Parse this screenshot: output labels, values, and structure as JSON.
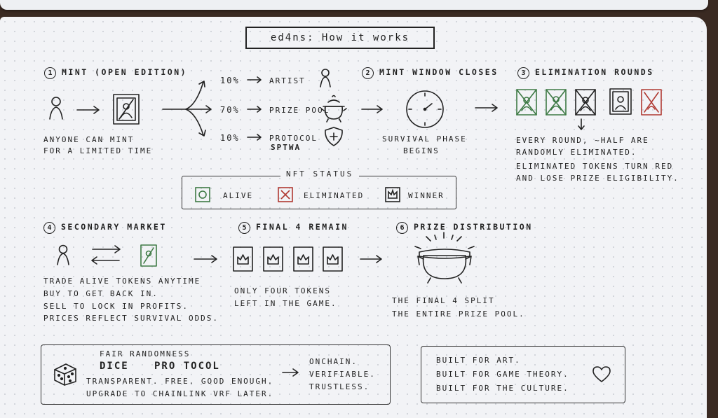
{
  "title": "ed4ns: How it works",
  "steps": {
    "mint": {
      "number": "1",
      "title": "Mint (Open Edition)",
      "caption1": "Anyone can mint",
      "caption2": "for a limited time"
    },
    "split": [
      {
        "pct": "10%",
        "label": "Artist"
      },
      {
        "pct": "70%",
        "label": "Prize pool"
      },
      {
        "pct": "10%",
        "label": "Protocol"
      }
    ],
    "split_scribble": "SPTWA",
    "window": {
      "number": "2",
      "title": "Mint window closes",
      "caption1": "Survival phase",
      "caption2": "begins"
    },
    "elimination": {
      "number": "3",
      "title": "Elimination rounds",
      "lines": [
        "Every round, ~half are",
        "randomly eliminated.",
        "Eliminated tokens turn red",
        "and lose prize eligibility."
      ]
    },
    "secondary": {
      "number": "4",
      "title": "Secondary market",
      "lines": [
        "Trade alive tokens anytime",
        "Buy to get back in.",
        "Sell to lock in profits.",
        "Prices reflect survival odds."
      ]
    },
    "final4": {
      "number": "5",
      "title": "Final 4 remain",
      "lines": [
        "Only four tokens",
        "left in the game."
      ]
    },
    "prize": {
      "number": "6",
      "title": "Prize distribution",
      "lines": [
        "The final 4 split",
        "the entire prize pool."
      ]
    }
  },
  "nft_status": {
    "title": "NFT Status",
    "alive": "Alive",
    "eliminated": "Eliminated",
    "winner": "Winner"
  },
  "randomness": {
    "title": "Fair Randomness",
    "dice": "DICE",
    "protocol": "PRO TOCOL",
    "line1": "Transparent. Free. Good enough.",
    "line2": "Upgrade to Chainlink VRF later.",
    "traits": [
      "Onchain.",
      "Verifiable.",
      "Trustless."
    ]
  },
  "built_for": [
    "Built for art.",
    "Built for game theory.",
    "Built for the culture."
  ],
  "colors": {
    "ink": "#222222",
    "alive_green": "#3e7a45",
    "eliminated_red": "#b03a32",
    "paper": "#f2f3f6"
  }
}
